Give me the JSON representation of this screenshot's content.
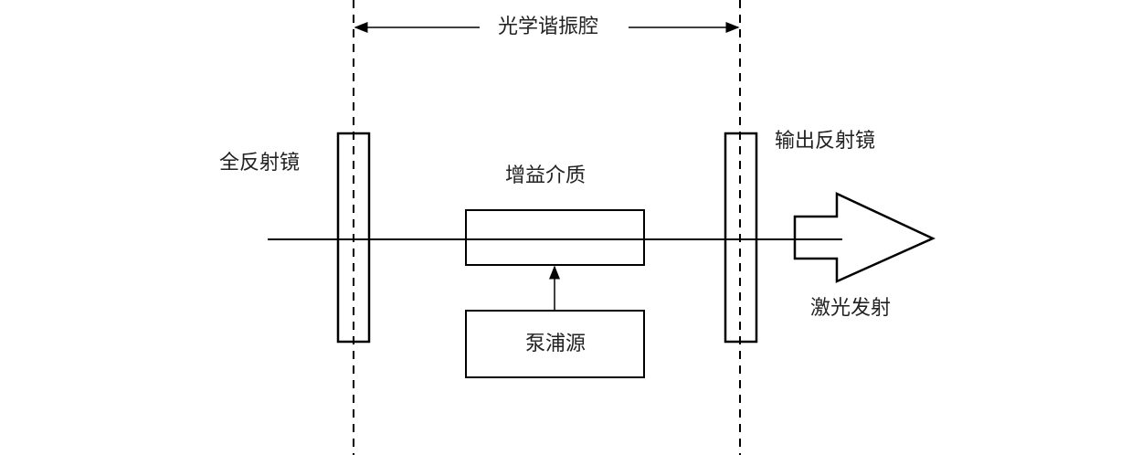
{
  "diagram": {
    "cavity_label": "光学谐振腔",
    "full_reflector_label": "全反射镜",
    "output_reflector_label": "输出反射镜",
    "gain_medium_label": "增益介质",
    "pump_source_label": "泵浦源",
    "laser_emission_label": "激光发射",
    "line_color": "#000000"
  }
}
